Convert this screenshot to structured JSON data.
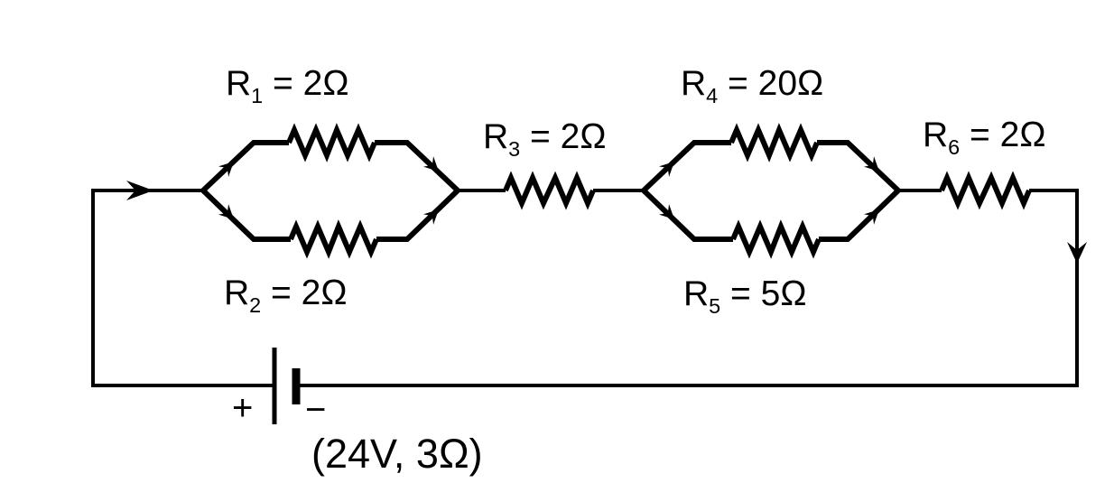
{
  "circuit": {
    "kind": "series-parallel resistor network with battery",
    "resistors": [
      {
        "id": "R1",
        "name": "R",
        "sub": "1",
        "value": " = 2Ω",
        "position": "top branch of first parallel pair"
      },
      {
        "id": "R2",
        "name": "R",
        "sub": "2",
        "value": " = 2Ω",
        "position": "bottom branch of first parallel pair"
      },
      {
        "id": "R3",
        "name": "R",
        "sub": "3",
        "value": " = 2Ω",
        "position": "series between parallel pairs"
      },
      {
        "id": "R4",
        "name": "R",
        "sub": "4",
        "value": " = 20Ω",
        "position": "top branch of second parallel pair"
      },
      {
        "id": "R5",
        "name": "R",
        "sub": "5",
        "value": " = 5Ω",
        "position": "bottom branch of second parallel pair"
      },
      {
        "id": "R6",
        "name": "R",
        "sub": "6",
        "value": " = 2Ω",
        "position": "series at right"
      }
    ],
    "battery": {
      "positive": "+",
      "negative": "−",
      "spec": "(24V, 3Ω)"
    },
    "colors": {
      "wire": "#000000",
      "background": "#ffffff",
      "text": "#000000"
    }
  }
}
